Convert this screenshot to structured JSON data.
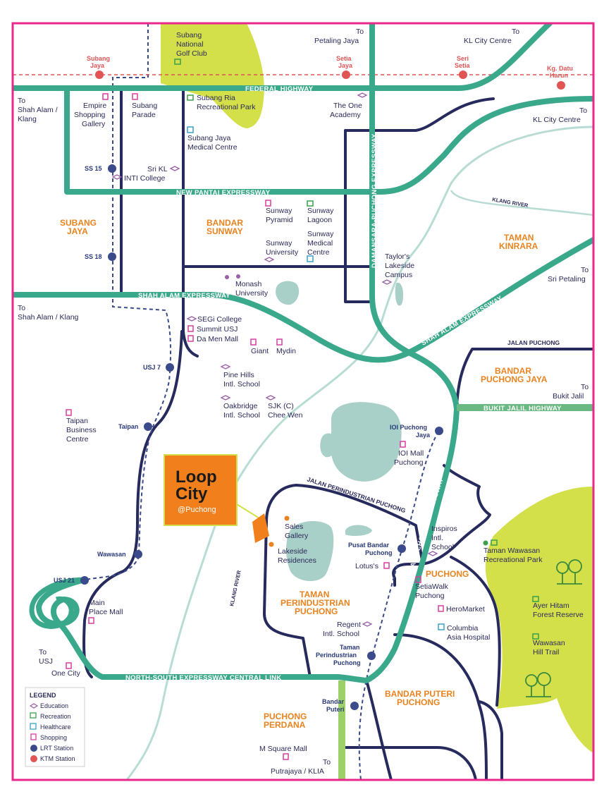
{
  "colors": {
    "frame": "#e8288c",
    "highway": "#3aa88a",
    "road": "#262a5c",
    "river": "#b8dcd4",
    "lake": "#a8cfc8",
    "park": "#d4e04a",
    "accent": "#e8831f",
    "ktm": "#e05454",
    "lrt": "#3a4a8a"
  },
  "logo": {
    "line1": "Loop",
    "line2": "City",
    "sub": "@Puchong"
  },
  "highways": {
    "federal": "FEDERAL HIGHWAY",
    "npe": "NEW PANTAI EXPRESSWAY",
    "shah_alam": "SHAH ALAM EXPRESSWAY",
    "damansara": "DAMANSARA-PUCHONG EXPRESSWAY",
    "damansara2": "DAMANSARA-PUCHONG EXPRESSWAY",
    "nsecl": "NORTH-SOUTH EXPRESSWAY CENTRAL LINK",
    "bukit_jalil": "BUKIT JALIL HIGHWAY",
    "shah_alam2": "SHAH ALAM EXPRESSWAY",
    "jalan_puchong": "JALAN PUCHONG",
    "jalan_perindustrian": "JALAN PERINDUSTRIAN PUCHONG"
  },
  "rivers": {
    "klang1": "KLANG RIVER",
    "klang2": "KLANG RIVER"
  },
  "areas": {
    "subang_jaya": [
      "SUBANG",
      "JAYA"
    ],
    "bandar_sunway": [
      "BANDAR",
      "SUNWAY"
    ],
    "taman_kinrara": [
      "TAMAN",
      "KINRARA"
    ],
    "bandar_puchong_jaya": [
      "BANDAR",
      "PUCHONG JAYA"
    ],
    "puchong": "PUCHONG",
    "taman_perindustrian": [
      "TAMAN",
      "PERINDUSTRIAN",
      "PUCHONG"
    ],
    "bandar_puteri": [
      "BANDAR PUTERI",
      "PUCHONG"
    ],
    "puchong_perdana": [
      "PUCHONG",
      "PERDANA"
    ]
  },
  "directions": {
    "petaling": [
      "To",
      "Petaling Jaya"
    ],
    "kl1": [
      "To",
      "KL City Centre"
    ],
    "kl2": [
      "To",
      "KL City Centre"
    ],
    "shah_alam_klang1": [
      "To",
      "Shah Alam /",
      "Klang"
    ],
    "shah_alam_klang2": [
      "To",
      "Shah Alam / Klang"
    ],
    "sri_petaling": [
      "To",
      "Sri Petaling"
    ],
    "bukit_jalil": [
      "To",
      "Bukit Jalil"
    ],
    "usj": [
      "To",
      "USJ"
    ],
    "putrajaya": [
      "To",
      "Putrajaya / KLIA"
    ]
  },
  "ktm": {
    "subang": [
      "Subang",
      "Jaya"
    ],
    "setia": [
      "Setia",
      "Jaya"
    ],
    "seri": [
      "Seri",
      "Setia"
    ],
    "datu": [
      "Kg. Datu",
      "Harun"
    ]
  },
  "lrt": {
    "ss15": "SS 15",
    "ss18": "SS 18",
    "usj7": "USJ 7",
    "taipan": "Taipan",
    "wawasan": "Wawasan",
    "usj21": "USJ 21",
    "ioi": [
      "IOI Puchong",
      "Jaya"
    ],
    "pusat": [
      "Pusat Bandar",
      "Puchong"
    ],
    "taman_ind": [
      "Taman",
      "Perindustrian",
      "Puchong"
    ],
    "puteri": [
      "Bandar",
      "Puteri"
    ]
  },
  "places": {
    "golf": [
      "Subang",
      "National",
      "Golf Club"
    ],
    "empire": [
      "Empire",
      "Shopping",
      "Gallery"
    ],
    "parade": [
      "Subang",
      "Parade"
    ],
    "ria": [
      "Subang Ria",
      "Recreational Park"
    ],
    "academy": [
      "The One",
      "Academy"
    ],
    "smc": [
      "Subang Jaya",
      "Medical Centre"
    ],
    "srikl": [
      "Sri KL",
      "INTI College"
    ],
    "pyramid": [
      "Sunway",
      "Pyramid"
    ],
    "lagoon": [
      "Sunway",
      "Lagoon"
    ],
    "university": [
      "Sunway",
      "University"
    ],
    "sunmed": [
      "Sunway",
      "Medical",
      "Centre"
    ],
    "taylors": [
      "Taylor's",
      "Lakeside",
      "Campus"
    ],
    "monash": [
      "Monash",
      "University"
    ],
    "segi": "SEGi College",
    "summit": "Summit USJ",
    "damen": "Da Men Mall",
    "giant": "Giant",
    "mydin": "Mydin",
    "pinehills": [
      "Pine Hills",
      "Intl. School"
    ],
    "oakbridge": [
      "Oakbridge",
      "Intl. School"
    ],
    "sjk": [
      "SJK (C)",
      "Chee Wen"
    ],
    "taipanbiz": [
      "Taipan",
      "Business",
      "Centre"
    ],
    "ioimall": [
      "IOI Mall",
      "Puchong"
    ],
    "sales": [
      "Sales",
      "Gallery"
    ],
    "lakeside": [
      "Lakeside",
      "Residences"
    ],
    "inspiros": [
      "Inspiros",
      "Intl.",
      "School"
    ],
    "lotus": "Lotus's",
    "wawasanpark": [
      "Taman Wawasan",
      "Recreational Park"
    ],
    "setiawalk": [
      "SetiaWalk",
      "Puchong"
    ],
    "heromarket": "HeroMarket",
    "columbia": [
      "Columbia",
      "Asia Hospital"
    ],
    "ayerhitam": [
      "Ayer Hitam",
      "Forest Reserve"
    ],
    "wawasantrail": [
      "Wawasan",
      "Hill Trail"
    ],
    "mainplace": [
      "Main",
      "Place Mall"
    ],
    "regent": [
      "Regent",
      "Intl. School"
    ],
    "onecity": "One City",
    "msquare": "M Square Mall"
  },
  "legend": {
    "title": "LEGEND",
    "items": [
      "Education",
      "Recreation",
      "Healthcare",
      "Shopping",
      "LRT Station",
      "KTM Station"
    ]
  }
}
